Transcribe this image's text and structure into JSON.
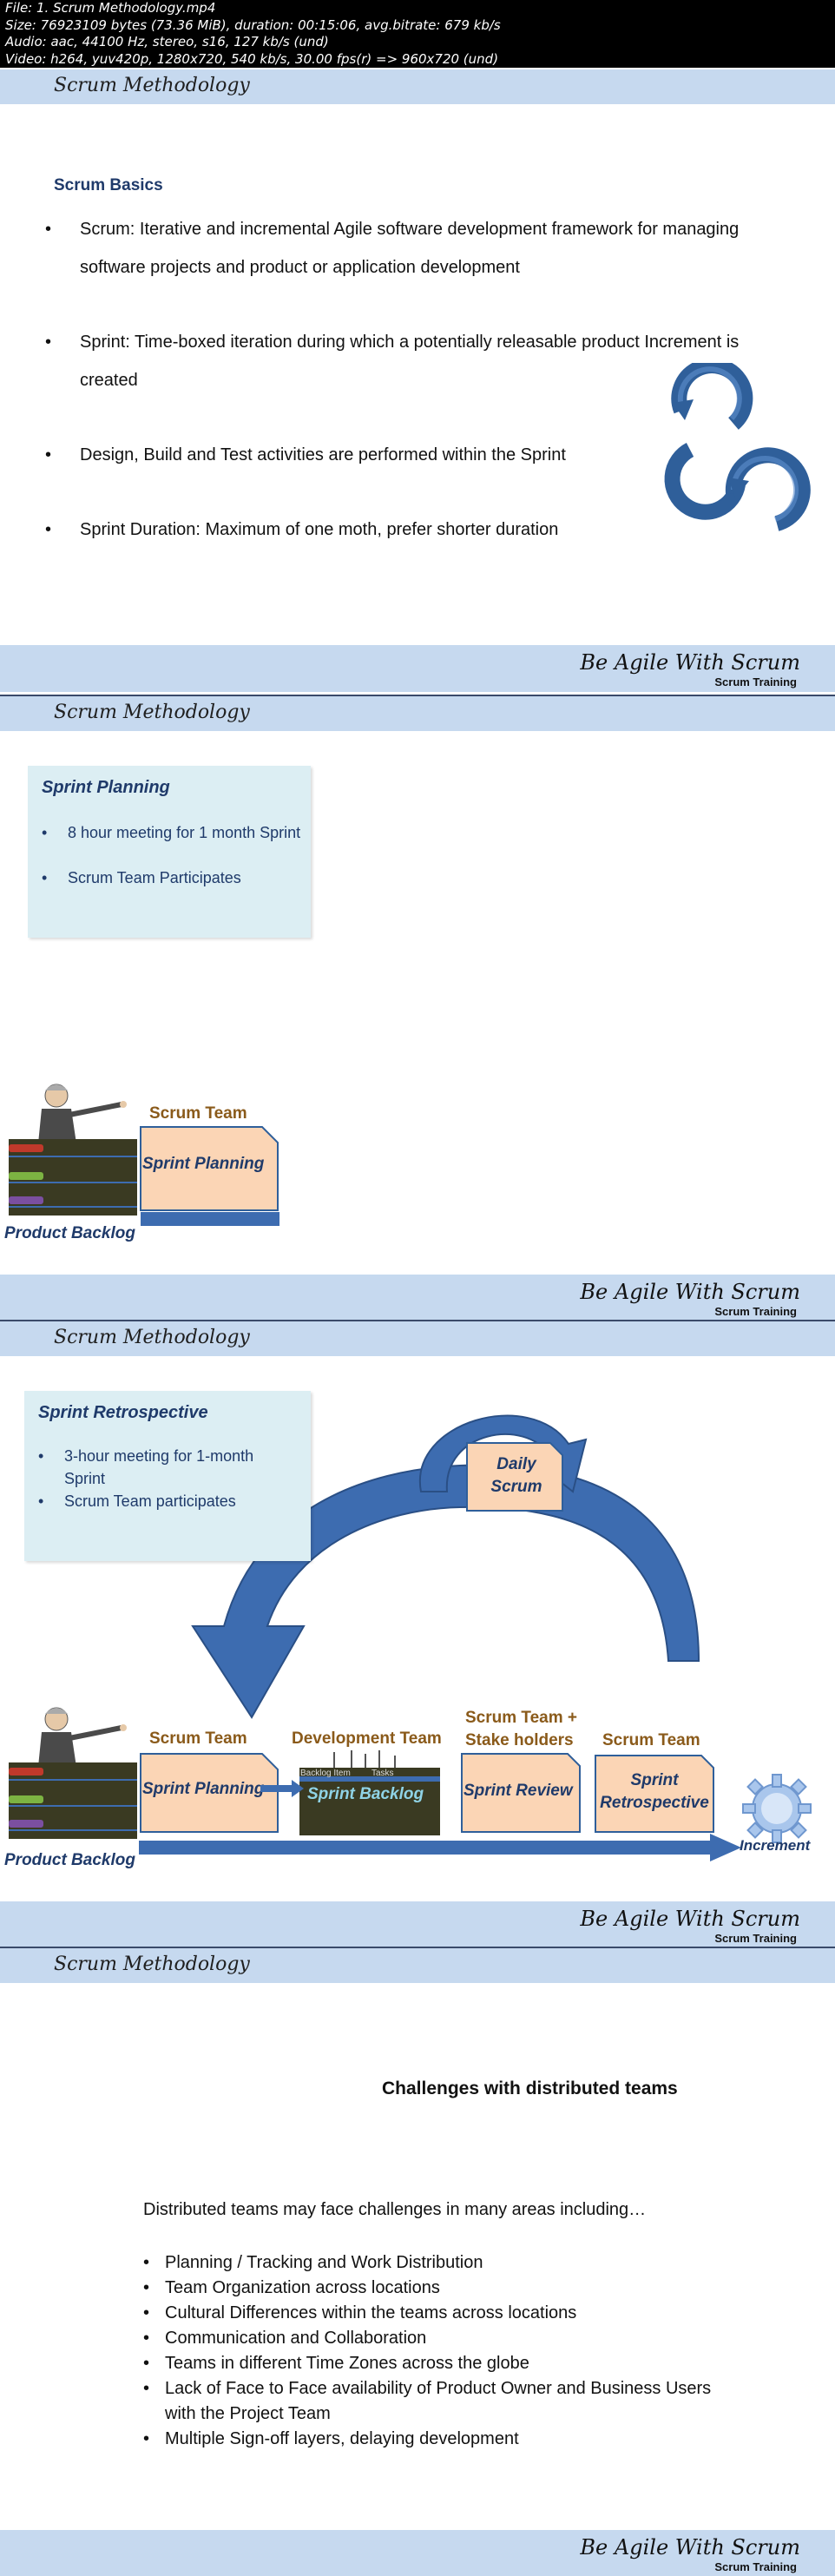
{
  "meta": {
    "line1": "File: 1. Scrum Methodology.mp4",
    "line2": "Size: 76923109 bytes (73.36 MiB), duration: 00:15:06, avg.bitrate: 679 kb/s",
    "line3": "Audio: aac, 44100 Hz, stereo, s16, 127 kb/s (und)",
    "line4": "Video: h264, yuv420p, 1280x720, 540 kb/s, 30.00 fps(r) => 960x720 (und)"
  },
  "common": {
    "header_title": "Scrum Methodology",
    "footer_title": "Be Agile With Scrum",
    "footer_sub": "Scrum Training"
  },
  "slide1": {
    "heading": "Scrum Basics",
    "bullets": [
      "Scrum: Iterative and incremental Agile software development framework for managing software projects and product or application development",
      "Sprint: Time-boxed iteration during which a potentially releasable product Increment is created",
      "Design, Build and Test activities are performed within the Sprint",
      "Sprint Duration: Maximum of one moth, prefer shorter duration"
    ]
  },
  "slide2": {
    "box_title": "Sprint Planning",
    "box_items": [
      "8 hour meeting for 1 month Sprint",
      "Scrum Team Participates"
    ],
    "scrum_team": "Scrum Team",
    "sprint_planning": "Sprint Planning",
    "product_backlog": "Product Backlog"
  },
  "slide3": {
    "box_title": "Sprint Retrospective",
    "box_items": [
      "3-hour meeting for 1-month Sprint",
      "Scrum Team participates"
    ],
    "daily_scrum": "Daily Scrum",
    "scrum_team_1": "Scrum Team",
    "dev_team": "Development Team",
    "stakeholders": "Scrum Team + Stake holders",
    "scrum_team_2": "Scrum Team",
    "sprint_planning": "Sprint Planning",
    "sprint_backlog": "Sprint Backlog",
    "sprint_review": "Sprint Review",
    "sprint_retro": "Sprint Retrospective",
    "product_backlog": "Product Backlog",
    "increment": "Increment",
    "backlog_item": "Backlog Item",
    "tasks": "Tasks"
  },
  "slide4": {
    "title": "Challenges with distributed teams",
    "intro": "Distributed teams may face challenges in many areas including…",
    "items": [
      "Planning / Tracking and Work Distribution",
      "Team Organization across locations",
      "Cultural Differences within the teams across locations",
      "Communication and Collaboration",
      "Teams in different Time Zones across the globe",
      "Lack of Face to Face availability of Product Owner and Business Users with the Project Team",
      "Multiple Sign-off layers, delaying development"
    ]
  },
  "colors": {
    "header_band": "#c6d9ef",
    "heading_blue": "#1f3a6a",
    "label_brown": "#8a5a1a",
    "stage_fill": "#fbd5b5",
    "arrow_blue": "#3d6cb0",
    "info_box": "#dceef3"
  }
}
